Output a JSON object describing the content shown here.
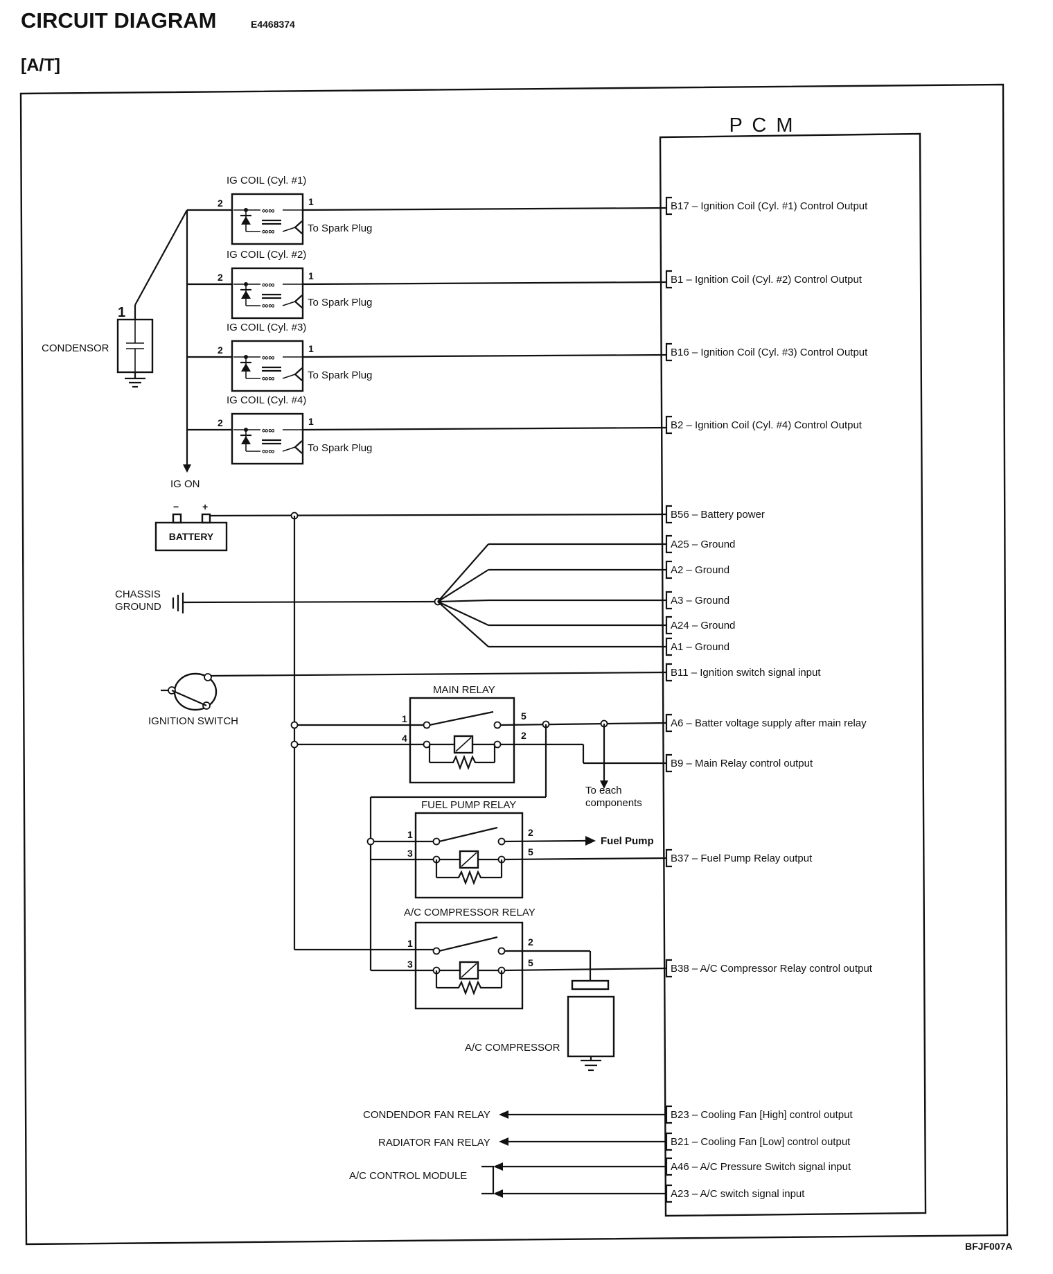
{
  "header": {
    "title": "CIRCUIT DIAGRAM",
    "doc_code": "E4468374",
    "subtitle": "[A/T]",
    "figure_code": "BFJF007A"
  },
  "pcm": {
    "title": "P C M"
  },
  "ig_coils": [
    {
      "label": "IG COIL (Cyl. #1)",
      "pin_in": "2",
      "pin_out": "1",
      "spark": "To Spark Plug",
      "terminal": "B17",
      "signal": "Ignition Coil (Cyl. #1) Control Output"
    },
    {
      "label": "IG COIL (Cyl. #2)",
      "pin_in": "2",
      "pin_out": "1",
      "spark": "To Spark Plug",
      "terminal": "B1",
      "signal": "Ignition Coil (Cyl. #2) Control Output"
    },
    {
      "label": "IG COIL (Cyl. #3)",
      "pin_in": "2",
      "pin_out": "1",
      "spark": "To Spark Plug",
      "terminal": "B16",
      "signal": "Ignition Coil (Cyl. #3) Control Output"
    },
    {
      "label": "IG COIL (Cyl. #4)",
      "pin_in": "2",
      "pin_out": "1",
      "spark": "To Spark Plug",
      "terminal": "B2",
      "signal": "Ignition Coil (Cyl. #4) Control Output"
    }
  ],
  "condensor": {
    "label": "CONDENSOR",
    "pin": "1"
  },
  "ig_on": "IG ON",
  "battery": {
    "label": "BATTERY",
    "minus": "−",
    "plus": "+",
    "terminal": "B56",
    "signal": "Battery power"
  },
  "chassis_ground": {
    "label_line1": "CHASSIS",
    "label_line2": "GROUND"
  },
  "grounds": [
    {
      "terminal": "A25",
      "signal": "Ground"
    },
    {
      "terminal": "A2",
      "signal": "Ground"
    },
    {
      "terminal": "A3",
      "signal": "Ground"
    },
    {
      "terminal": "A24",
      "signal": "Ground"
    },
    {
      "terminal": "A1",
      "signal": "Ground"
    }
  ],
  "ignition_switch": {
    "label": "IGNITION SWITCH",
    "terminal": "B11",
    "signal": "Ignition switch signal input"
  },
  "main_relay": {
    "label": "MAIN RELAY",
    "pins": {
      "p1": "1",
      "p4": "4",
      "p5": "5",
      "p2": "2"
    },
    "outputs": [
      {
        "terminal": "A6",
        "signal": "Batter voltage supply after main relay"
      },
      {
        "terminal": "B9",
        "signal": "Main Relay control output"
      }
    ],
    "to_each_line1": "To each",
    "to_each_line2": "components"
  },
  "fuel_pump_relay": {
    "label": "FUEL PUMP RELAY",
    "pins": {
      "p1": "1",
      "p3": "3",
      "p2": "2",
      "p5": "5"
    },
    "load": "Fuel Pump",
    "terminal": "B37",
    "signal": "Fuel Pump Relay output"
  },
  "ac_relay": {
    "label": "A/C COMPRESSOR RELAY",
    "pins": {
      "p1": "1",
      "p3": "3",
      "p2": "2",
      "p5": "5"
    },
    "terminal": "B38",
    "signal": "A/C Compressor Relay control output"
  },
  "ac_compressor": {
    "label": "A/C COMPRESSOR"
  },
  "outputs_bottom": [
    {
      "device": "CONDENDOR FAN RELAY",
      "terminal": "B23",
      "signal": "Cooling Fan [High] control output"
    },
    {
      "device": "RADIATOR FAN RELAY",
      "terminal": "B21",
      "signal": "Cooling Fan [Low] control output"
    },
    {
      "device": "A/C CONTROL MODULE",
      "terminal": "A46",
      "signal": "A/C Pressure Switch signal input"
    },
    {
      "device": "",
      "terminal": "A23",
      "signal": "A/C switch signal input"
    }
  ]
}
